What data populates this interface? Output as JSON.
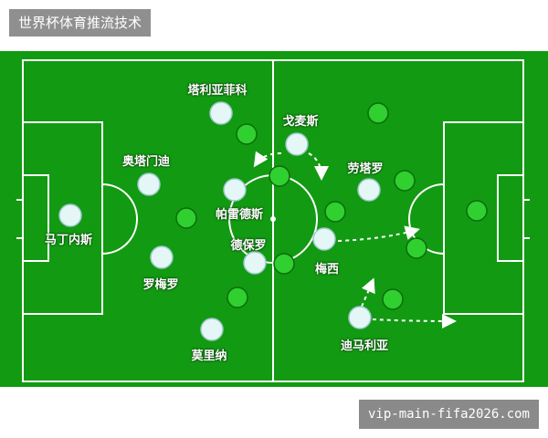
{
  "header": {
    "title": "世界杯体育推流技术"
  },
  "watermark": "vip-main-fifa2026.com",
  "colors": {
    "pitch": "#129a12",
    "lines": "#ffffff",
    "team_a": "#e4f6f6",
    "team_b": "#2fd02f",
    "arrow": "#ffffff"
  },
  "players": {
    "maldini": "马丁内斯",
    "aotamendi": "奥塔门迪",
    "tagliafico": "塔利亚菲科",
    "romero": "罗梅罗",
    "paredes": "帕雷德斯",
    "depaul": "德保罗",
    "molina": "莫里纳",
    "gomez": "戈麦斯",
    "lautaro": "劳塔罗",
    "messi": "梅西",
    "dimaria": "迪马利亚"
  }
}
